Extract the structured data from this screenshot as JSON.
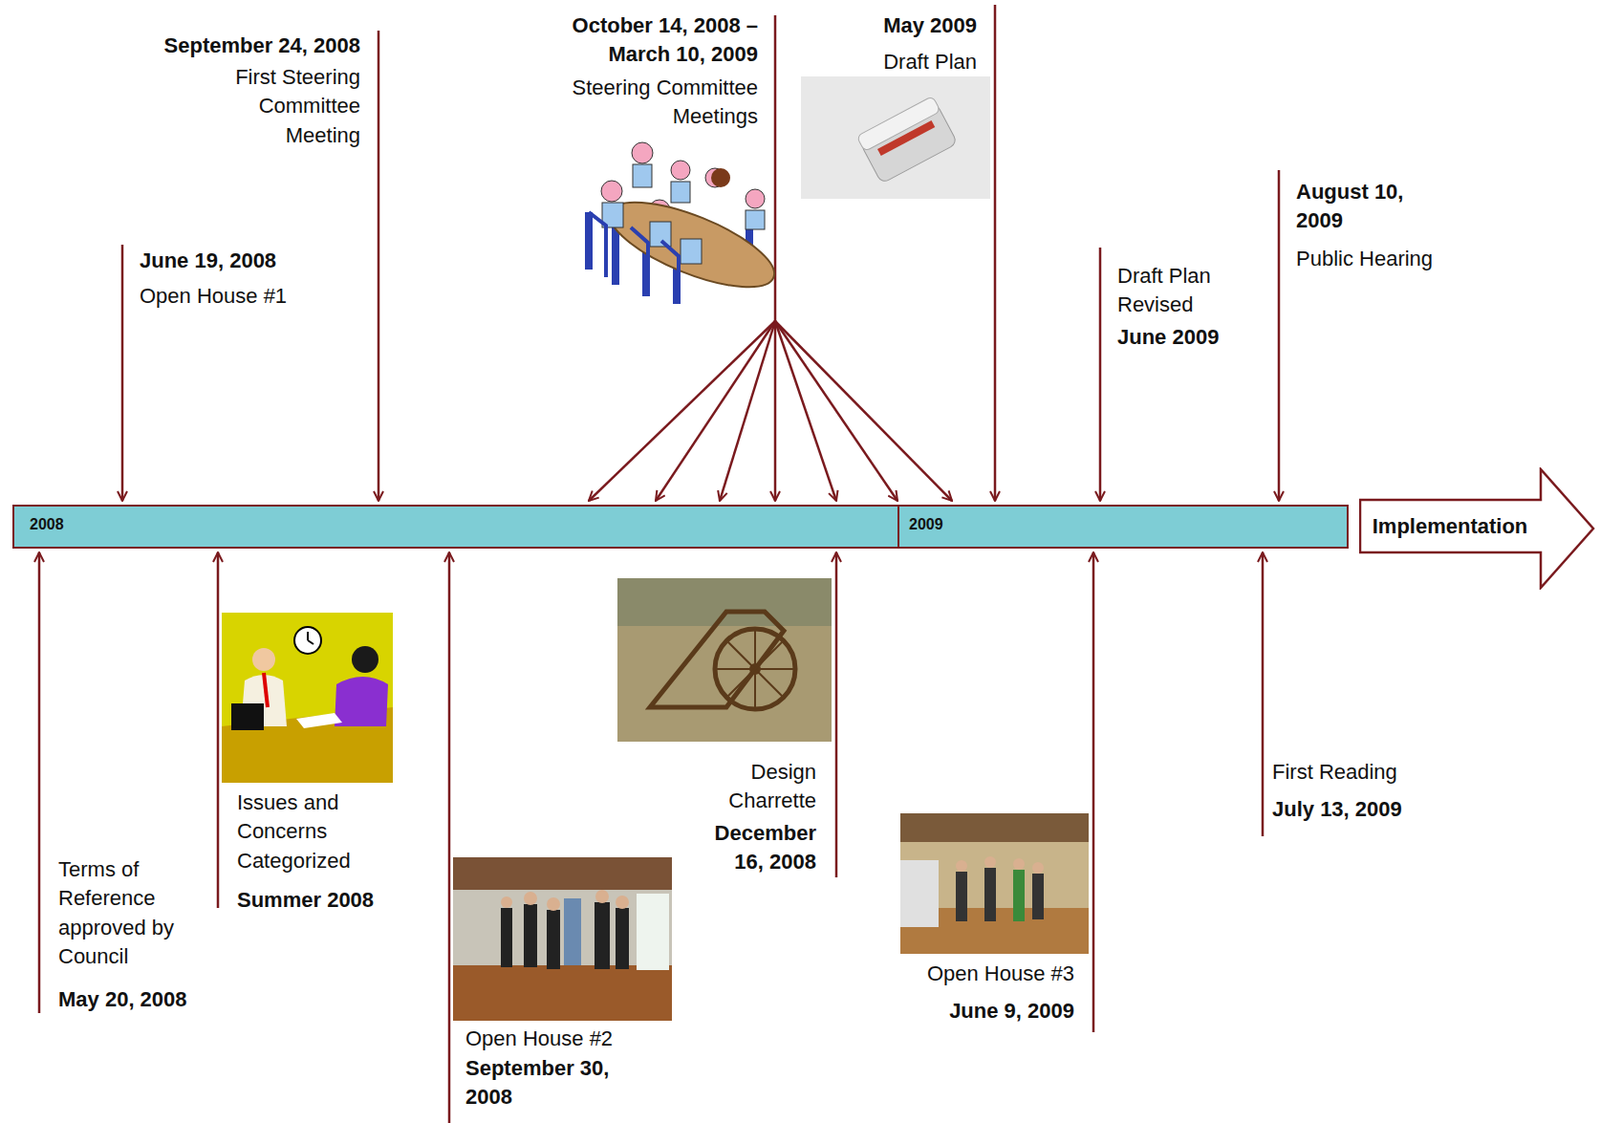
{
  "diagram": {
    "nodes": [
      {
        "text": [
          "2008",
          "2009"
        ]
      },
      {
        "text": [
          "Implementation"
        ]
      }
    ],
    "labels": [
      "September 24, 2008",
      "First Steering Committee Meeting",
      "June 19, 2008",
      "Open House #1",
      "October 14, 2008 – March 10, 2009",
      "Steering Committee Meetings",
      "May 2009",
      "Draft Plan",
      "Draft Plan Revised",
      "June 2009",
      "August 10, 2009",
      "Public Hearing",
      "Terms of Reference approved by Council",
      "May 20, 2008",
      "Issues and Concerns Categorized",
      "Summer 2008",
      "Open House #2",
      "September 30, 2008",
      "Design Charrette",
      "December 16, 2008",
      "Open House #3",
      "June 9, 2009",
      "First Reading",
      "July 13, 2009"
    ]
  }
}
